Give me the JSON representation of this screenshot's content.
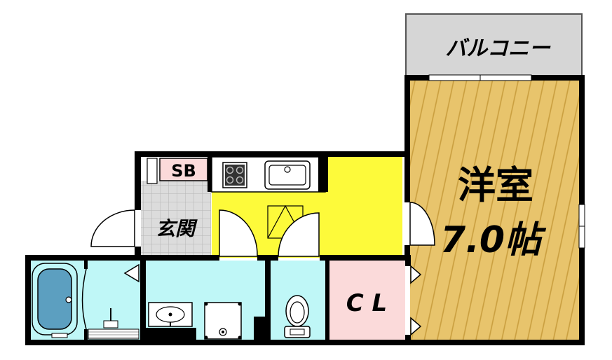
{
  "labels": {
    "balcony": "バルコニー",
    "sb": "SB",
    "entrance": "玄関",
    "western_room": "洋室",
    "room_size": "7.0帖",
    "closet": "C L"
  },
  "colors": {
    "wall": "#000000",
    "wood_floor": "#e8c46c",
    "wood_stripe": "#c99e3e",
    "kitchen": "#fdfa3a",
    "wet_area": "#bff7f7",
    "closet": "#fbdada",
    "balcony": "#d6d6d6",
    "entrance_tile": "#dcdcdc",
    "sb": "#fbdada"
  }
}
